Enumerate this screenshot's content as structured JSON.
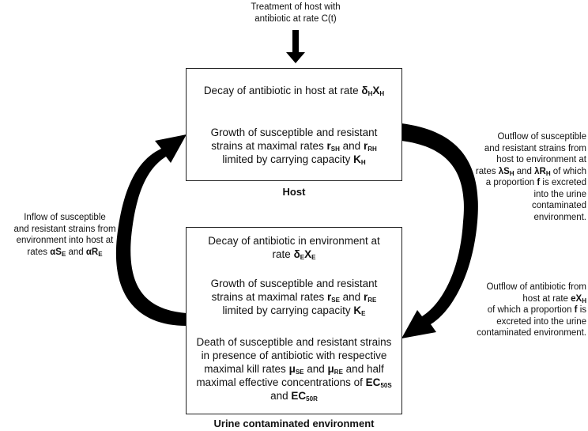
{
  "top_input": {
    "line1": "Treatment of host with",
    "line2": "antibiotic at rate C(t)"
  },
  "host_box": {
    "decay_pre": "Decay of antibiotic in host at rate ",
    "decay_sym1": "δ",
    "decay_sub1": "H",
    "decay_sym2": "X",
    "decay_sub2": "H",
    "growth_line1": "Growth of susceptible and resistant",
    "growth_line2_pre": "strains at maximal rates ",
    "growth_sym1": "r",
    "growth_sub1": "SH",
    "growth_and": " and ",
    "growth_sym2": "r",
    "growth_sub2": "RH",
    "growth_line3_pre": "limited by carrying capacity ",
    "growth_sym3": "K",
    "growth_sub3": "H",
    "caption": "Host"
  },
  "env_box": {
    "decay_line1": "Decay of antibiotic in environment at",
    "decay_line2_pre": "rate ",
    "decay_sym1": "δ",
    "decay_sub1": "E",
    "decay_sym2": "X",
    "decay_sub2": "E",
    "growth_line1": "Growth of susceptible and resistant",
    "growth_line2_pre": "strains at maximal rates ",
    "growth_sym1": "r",
    "growth_sub1": "SE",
    "growth_and": " and ",
    "growth_sym2": "r",
    "growth_sub2": "RE",
    "growth_line3_pre": "limited by carrying capacity ",
    "growth_sym3": "K",
    "growth_sub3": "E",
    "death_line1": "Death of susceptible and resistant strains",
    "death_line2": "in presence of antibiotic with respective",
    "death_line3_pre": "maximal kill rates ",
    "death_sym1": "μ",
    "death_sub1": "SE",
    "death_and": " and ",
    "death_sym2": "μ",
    "death_sub2": "RE",
    "death_line3_post": " and half",
    "death_line4_pre": "maximal effective concentrations of ",
    "death_sym3": "EC",
    "death_sub3": "50S",
    "death_line5_pre": "and ",
    "death_sym4": "EC",
    "death_sub4": "50R",
    "caption": "Urine contaminated environment"
  },
  "left_inflow": {
    "line1": "Inflow of susceptible",
    "line2": "and resistant strains from",
    "line3": "environment into host at",
    "line4_pre": "rates ",
    "sym1": "αS",
    "sub1": "E",
    "and": " and ",
    "sym2": "αR",
    "sub2": "E"
  },
  "right_outflow_strains": {
    "line1": "Outflow of susceptible",
    "line2": "and resistant strains from",
    "line3": "host to environment at",
    "line4_pre": "rates ",
    "sym1": "λS",
    "sub1": "H",
    "and": " and ",
    "sym2": "λR",
    "sub2": "H",
    "line4_post": " of which",
    "line5_pre": "a proportion ",
    "sym3": "f",
    "line5_post": " is excreted",
    "line6": "into the urine",
    "line7": "contaminated",
    "line8": "environment."
  },
  "right_outflow_antibiotic": {
    "line1": "Outflow of antibiotic from",
    "line2_pre": "host at rate ",
    "sym1": "eX",
    "sub1": "H",
    "line3_pre": "of which a proportion ",
    "sym2": "f",
    "line3_post": " is",
    "line4": "excreted into the urine",
    "line5": "contaminated environment."
  },
  "colors": {
    "arrow": "#000000",
    "box_border": "#222222",
    "text": "#111111"
  }
}
